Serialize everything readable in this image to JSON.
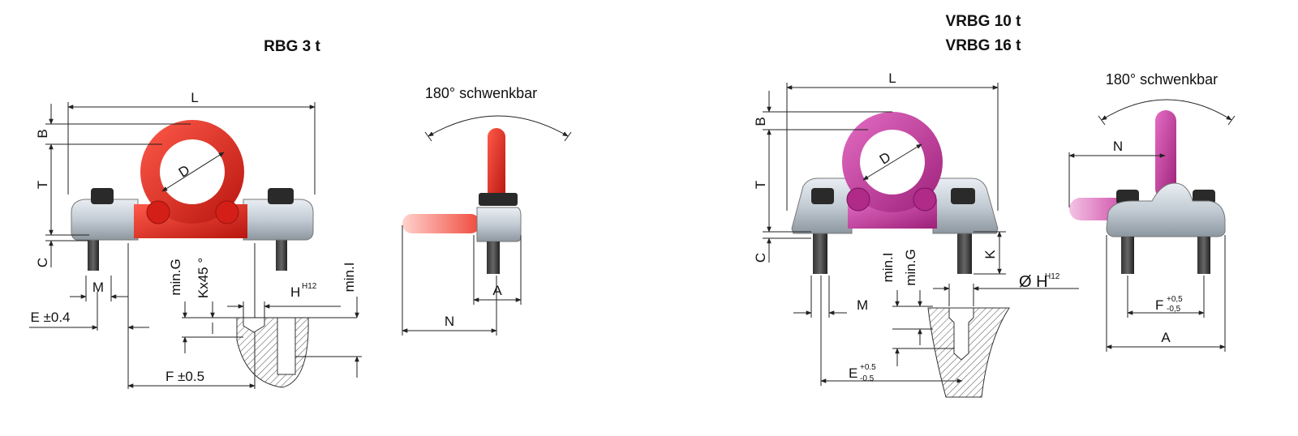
{
  "left": {
    "title": "RBG 3 t",
    "swivel_label": "180° schwenkbar",
    "dims": {
      "L": "L",
      "B": "B",
      "T": "T",
      "C": "C",
      "D": "D",
      "M": "M",
      "E": "E ±0.4",
      "F": "F ±0.5",
      "H": "H",
      "H_sup": "H12",
      "minG": "min.G",
      "K": "Kx45 °",
      "minI": "min.I",
      "A": "A",
      "N": "N"
    },
    "colors": {
      "ring": "#e0231c",
      "ring_dark": "#a8120d"
    }
  },
  "right": {
    "title_line1": "VRBG 10 t",
    "title_line2": "VRBG 16 t",
    "swivel_label": "180° schwenkbar",
    "dims": {
      "L": "L",
      "B": "B",
      "T": "T",
      "C": "C",
      "D": "D",
      "M": "M",
      "K": "K",
      "minI": "min.I",
      "minG": "min.G",
      "H": "Ø H",
      "H_sup": "H12",
      "E": "E",
      "E_sup": "+0.5",
      "E_sub": "-0.5",
      "F": "F",
      "F_sup": "+0,5",
      "F_sub": "-0,5",
      "A": "A",
      "N": "N"
    },
    "colors": {
      "ring": "#c8359e",
      "ring_dark": "#8a1a6b"
    }
  }
}
